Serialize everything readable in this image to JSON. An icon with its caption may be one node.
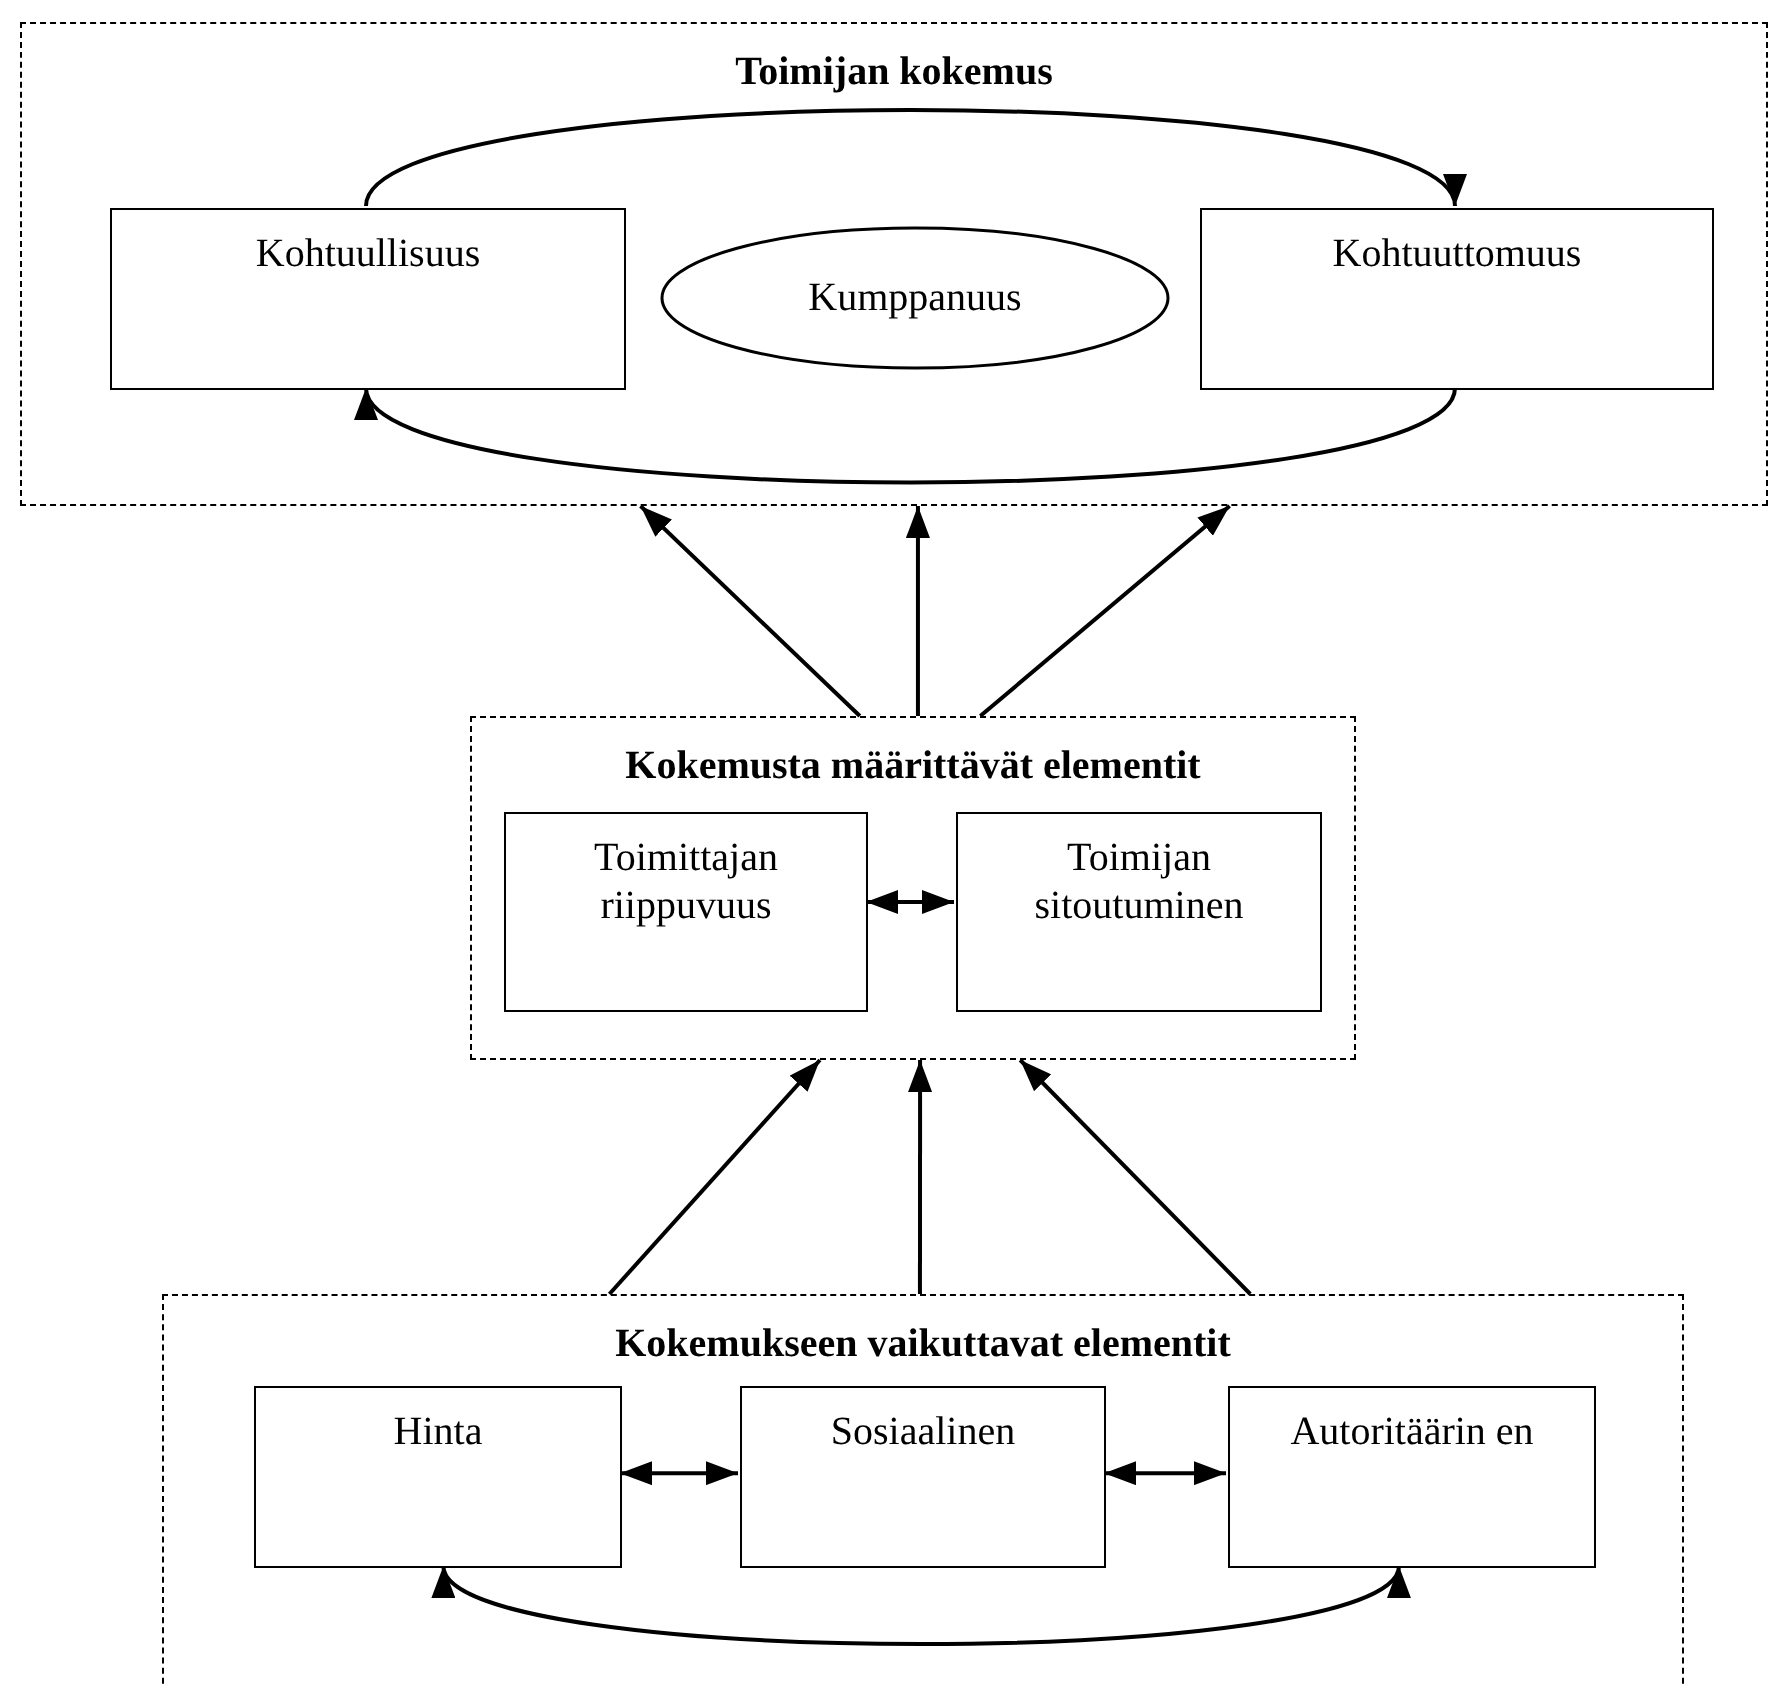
{
  "diagram": {
    "nodes": [
      {
        "text": [
          "Toimijan kokemus"
        ]
      },
      {
        "text": [
          "Kohtuullisuus"
        ],
        "in": 0
      },
      {
        "text": [
          "Kumppanuus"
        ],
        "in": 0
      },
      {
        "text": [
          "Kohtuuttomuus"
        ],
        "in": 0
      },
      {
        "text": [
          "Kokemusta määrittävät elementit"
        ]
      },
      {
        "text": [
          "Toimittajan riippuvuus"
        ],
        "in": 4
      },
      {
        "text": [
          "Toimijan sitoutuminen"
        ],
        "in": 4
      },
      {
        "text": [
          "Kokemukseen vaikuttavat elementit"
        ]
      },
      {
        "text": [
          "Hinta"
        ],
        "in": 7
      },
      {
        "text": [
          "Sosiaalinen"
        ],
        "in": 7
      },
      {
        "text": [
          "Autoritäärin en"
        ],
        "in": 7
      }
    ],
    "edges": [
      {
        "from": 1,
        "to": 3,
        "arrow": "to"
      },
      {
        "from": 3,
        "to": 1,
        "arrow": "to"
      },
      {
        "from": 5,
        "to": 6,
        "arrow": "both"
      },
      {
        "from": 4,
        "to": 0,
        "arrow": "to"
      },
      {
        "from": 4,
        "to": 0,
        "arrow": "to"
      },
      {
        "from": 4,
        "to": 0,
        "arrow": "to"
      },
      {
        "from": 7,
        "to": 4,
        "arrow": "to"
      },
      {
        "from": 7,
        "to": 4,
        "arrow": "to"
      },
      {
        "from": 7,
        "to": 4,
        "arrow": "to"
      },
      {
        "from": 8,
        "to": 9,
        "arrow": "both"
      },
      {
        "from": 9,
        "to": 10,
        "arrow": "both"
      },
      {
        "from": 8,
        "to": 10,
        "arrow": "both"
      }
    ]
  }
}
